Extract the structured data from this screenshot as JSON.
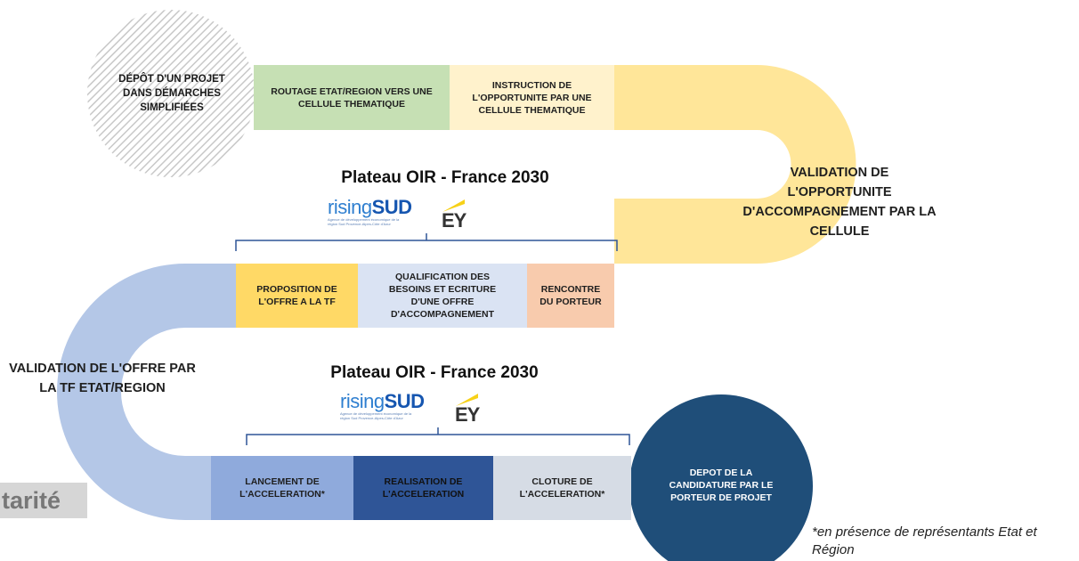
{
  "start": {
    "label": "DÉPÔT D'UN PROJET DANS DÉMARCHES SIMPLIFIÉES"
  },
  "row1": {
    "routage": "ROUTAGE ETAT/REGION VERS UNE CELLULE THEMATIQUE",
    "instruction": "INSTRUCTION DE L'OPPORTUNITE PAR UNE CELLULE THEMATIQUE"
  },
  "validation_cellule": {
    "label": "VALIDATION DE L'OPPORTUNITE D'ACCOMPAGNEMENT PAR LA CELLULE"
  },
  "plateau1": {
    "title": "Plateau OIR - France 2030"
  },
  "plateau2": {
    "title": "Plateau OIR - France 2030"
  },
  "logos": {
    "rising_part1": "rising",
    "rising_part2": "SUD",
    "rising_tagline": "Agence de développement économique de la région Sud Provence-Alpes-Côte d'Azur",
    "ey": "EY"
  },
  "row2": {
    "proposition": "PROPOSITION DE L'OFFRE A LA TF",
    "qualification": "QUALIFICATION DES BESOINS ET ECRITURE D'UNE OFFRE D'ACCOMPAGNEMENT",
    "rencontre": "RENCONTRE DU PORTEUR"
  },
  "validation_tf": {
    "label": "VALIDATION DE L'OFFRE PAR LA TF ETAT/REGION"
  },
  "row3": {
    "lancement": "LANCEMENT DE L'ACCELERATION*",
    "realisation": "REALISATION DE L'ACCELERATION",
    "cloture": "CLOTURE DE L'ACCELERATION*"
  },
  "end": {
    "label": "DEPOT DE LA CANDIDATURE PAR LE PORTEUR DE PROJET"
  },
  "footnote": {
    "text": "*en présence de représentants Etat et Région"
  },
  "cut_word": {
    "text": "tarité"
  },
  "colors": {
    "green": "#c6e0b4",
    "cream": "#fff2cc",
    "yellow": "#ffe699",
    "amber": "#ffd966",
    "lightblue": "#b4c7e7",
    "paleblue": "#dae3f3",
    "peach": "#f8cbad",
    "midblue": "#8faadc",
    "darkblue": "#2f5597",
    "grey": "#d6dce5",
    "navy": "#1f4e79",
    "hatch": "#d9d9d9"
  }
}
